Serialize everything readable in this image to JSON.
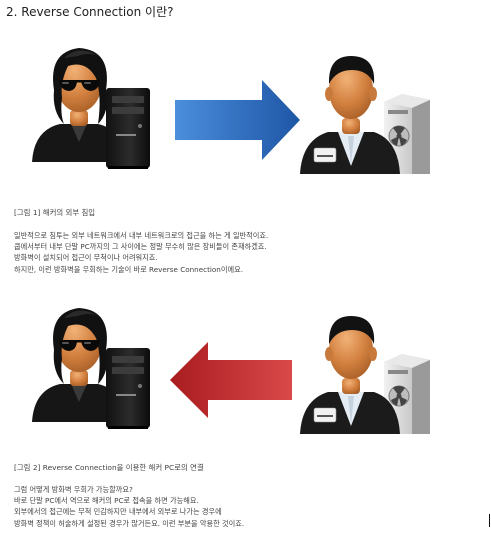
{
  "title": "2. Reverse Connection 이란?",
  "figure1": {
    "caption": "[그림 1] 해커의 외부 침입",
    "arrow_color": "#2d6fbf",
    "paragraph": [
      "일반적으로 침투는 외부 네트워크에서 내부 네트워크로의 접근을 하는 게 일반적이죠.",
      "쿱에서부터 내부 단말 PC까지의 그 사이에는 정말 무수히 많은 장비들이 존재하겠죠.",
      "방화벽이 설치되어 접근이 무척이나 어려워지죠.",
      "하지만, 이런 방화벽을 우회하는 기술이 바로 Reverse Connection이에요."
    ]
  },
  "figure2": {
    "caption": "[그림 2] Reverse Connection을 이용한 해커 PC로의 연결",
    "arrow_color": "#c0282a",
    "paragraph": [
      "그럼 어떻게 방화벽 우회가 가능할까요?",
      "바로 단말 PC에서 역으로 해커의 PC로 접속을 하면 가능해요.",
      "외부에서의 접근에는 무척 민감하지만 내부에서 외부로 나가는 경우에",
      "방화벽 정책이 허술하게 설정된 경우가 많거든요. 이런 부분을 악용한 것이죠."
    ]
  }
}
